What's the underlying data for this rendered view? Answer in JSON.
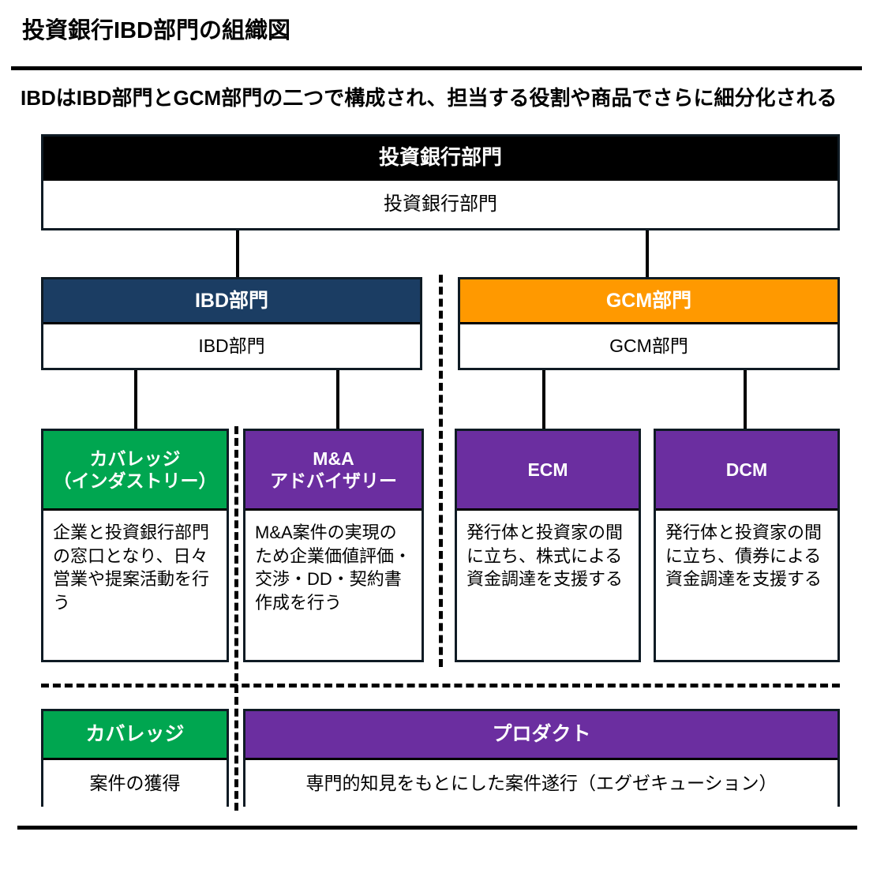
{
  "header": {
    "title": "投資銀行IBD部門の組織図",
    "subtitle": "IBDはIBD部門とGCM部門の二つで構成され、担当する役割や商品でさらに細分化される"
  },
  "chart": {
    "type": "org-chart",
    "levels": [
      {
        "level": 1,
        "nodes": [
          {
            "id": "root",
            "header": "投資銀行部門",
            "body": "投資銀行部門",
            "header_bg": "#000000",
            "header_color": "#FFFFFF"
          }
        ]
      },
      {
        "level": 2,
        "nodes": [
          {
            "id": "ibd",
            "header": "IBD部門",
            "body": "IBD部門",
            "header_bg": "#1B3D63",
            "header_color": "#FFFFFF"
          },
          {
            "id": "gcm",
            "header": "GCM部門",
            "body": "GCM部門",
            "header_bg": "#FF9900",
            "header_color": "#FFFFFF"
          }
        ]
      },
      {
        "level": 3,
        "nodes": [
          {
            "id": "coverage",
            "header": "カバレッジ\n（インダストリー）",
            "header_line1": "カバレッジ",
            "header_line2": "（インダストリー）",
            "body": "企業と投資銀行部門の窓口となり、日々営業や提案活動を行う",
            "header_bg": "#00A650",
            "header_color": "#FFFFFF",
            "parent": "ibd"
          },
          {
            "id": "ma",
            "header": "M&A\nアドバイザリー",
            "header_line1": "M&A",
            "header_line2": "アドバイザリー",
            "body": "M&A案件の実現のため企業価値評価・交渉・DD・契約書作成を行う",
            "header_bg": "#6B2EA0",
            "header_color": "#FFFFFF",
            "parent": "ibd"
          },
          {
            "id": "ecm",
            "header": "ECM",
            "body": "発行体と投資家の間に立ち、株式による資金調達を支援する",
            "header_bg": "#6B2EA0",
            "header_color": "#FFFFFF",
            "parent": "gcm"
          },
          {
            "id": "dcm",
            "header": "DCM",
            "body": "発行体と投資家の間に立ち、債券による資金調達を支援する",
            "header_bg": "#6B2EA0",
            "header_color": "#FFFFFF",
            "parent": "gcm"
          }
        ]
      }
    ],
    "role_row": [
      {
        "id": "role-coverage",
        "header": "カバレッジ",
        "body": "案件の獲得",
        "header_bg": "#00A650",
        "header_color": "#FFFFFF"
      },
      {
        "id": "role-product",
        "header": "プロダクト",
        "body": "専門的知見をもとにした案件遂行（エグゼキューション）",
        "header_bg": "#6B2EA0",
        "header_color": "#FFFFFF"
      }
    ],
    "separators": {
      "vertical_ibd_gcm": "dashed",
      "vertical_coverage_product": "dashed",
      "horizontal_role_row": "dashed"
    },
    "colors": {
      "root": "#000000",
      "ibd": "#1B3D63",
      "gcm": "#FF9900",
      "coverage": "#00A650",
      "product": "#6B2EA0",
      "border": "#0F1B24",
      "background": "#FFFFFF"
    }
  }
}
